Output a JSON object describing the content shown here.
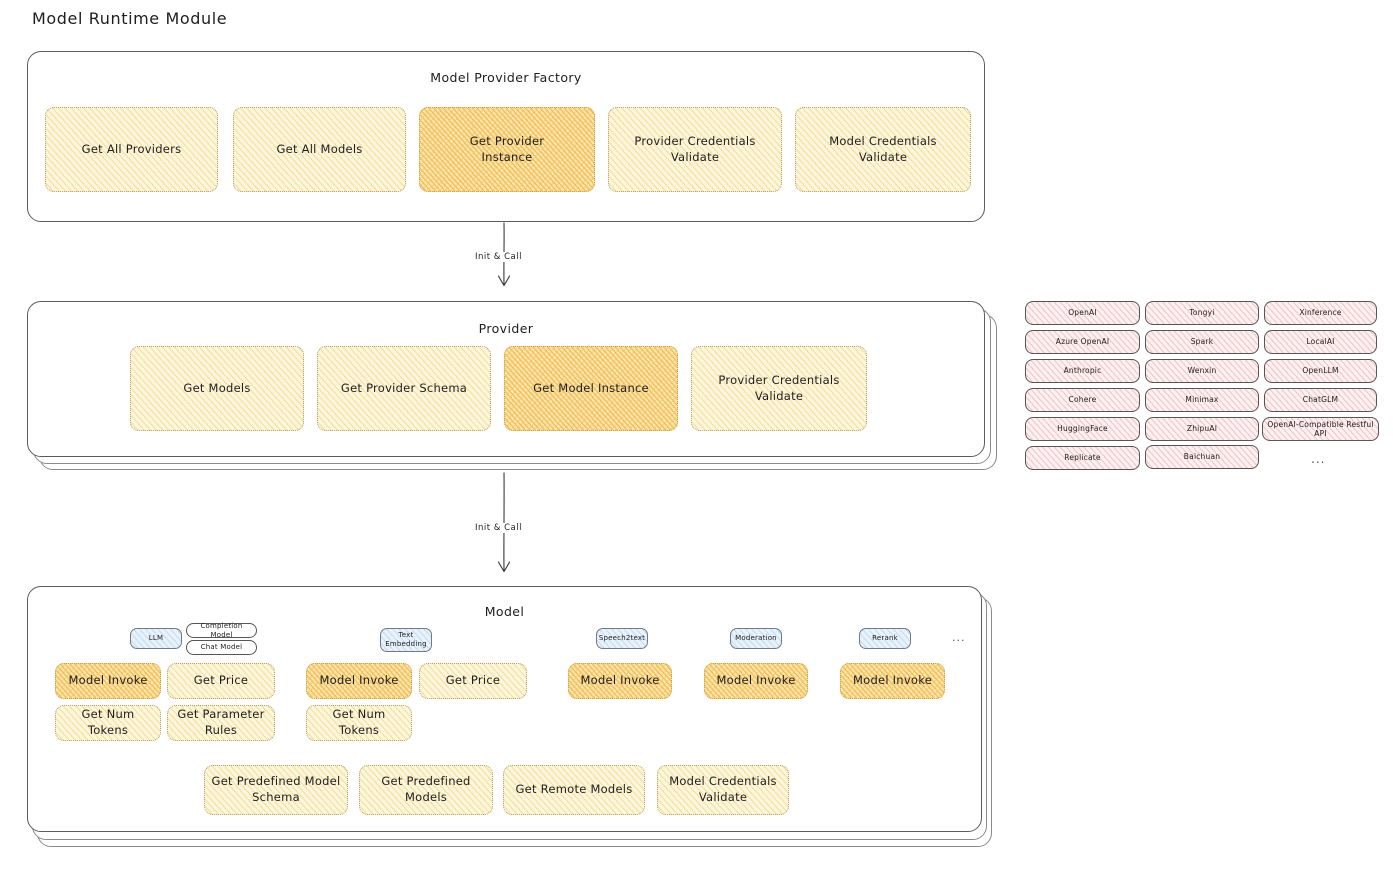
{
  "page": {
    "title": "Model Runtime Module",
    "background": "#ffffff",
    "accent_yellow": "#fdf6de",
    "accent_orange": "#fbe5b3",
    "accent_pink": "#fdf0f0",
    "accent_blue": "#e8f2fb"
  },
  "factory": {
    "label": "Model Provider Factory",
    "nodes": [
      {
        "label": "Get All Providers",
        "highlight": false
      },
      {
        "label": "Get All Models",
        "highlight": false
      },
      {
        "label": "Get Provider\nInstance",
        "highlight": true
      },
      {
        "label": "Provider Credentials\nValidate",
        "highlight": false
      },
      {
        "label": "Model Credentials\nValidate",
        "highlight": false
      }
    ]
  },
  "arrow1": {
    "label": "Init & Call"
  },
  "provider": {
    "label": "Provider",
    "nodes": [
      {
        "label": "Get Models",
        "highlight": false
      },
      {
        "label": "Get Provider Schema",
        "highlight": false
      },
      {
        "label": "Get Model Instance",
        "highlight": true
      },
      {
        "label": "Provider Credentials\nValidate",
        "highlight": false
      }
    ]
  },
  "arrow2": {
    "label": "Init & Call"
  },
  "provider_list": {
    "ellipsis": "...",
    "columns": [
      {
        "items": [
          "OpenAI",
          "Azure OpenAI",
          "Anthropic",
          "Cohere",
          "HuggingFace",
          "Replicate"
        ]
      },
      {
        "items": [
          "Tongyi",
          "Spark",
          "Wenxin",
          "Minimax",
          "ZhipuAI",
          "Baichuan"
        ]
      },
      {
        "items": [
          "Xinference",
          "LocalAI",
          "OpenLLM",
          "ChatGLM",
          "OpenAI-Compatible Restful API"
        ]
      }
    ]
  },
  "model": {
    "label": "Model",
    "ellipsis": "...",
    "types": [
      {
        "badge": "LLM",
        "badge_style": "blue",
        "chips": [
          "Completion Model",
          "Chat Model"
        ],
        "ops": [
          {
            "label": "Model Invoke",
            "highlight": true
          },
          {
            "label": "Get Price",
            "highlight": false
          },
          {
            "label": "Get Num Tokens",
            "highlight": false
          },
          {
            "label": "Get Parameter\nRules",
            "highlight": false
          }
        ]
      },
      {
        "badge": "Text\nEmbedding",
        "badge_style": "blue",
        "chips": [],
        "ops": [
          {
            "label": "Model Invoke",
            "highlight": true
          },
          {
            "label": "Get Price",
            "highlight": false
          },
          {
            "label": "Get Num Tokens",
            "highlight": false
          }
        ]
      },
      {
        "badge": "Speech2text",
        "badge_style": "blue",
        "chips": [],
        "ops": [
          {
            "label": "Model Invoke",
            "highlight": true
          }
        ]
      },
      {
        "badge": "Moderation",
        "badge_style": "blue",
        "chips": [],
        "ops": [
          {
            "label": "Model Invoke",
            "highlight": true
          }
        ]
      },
      {
        "badge": "Rerank",
        "badge_style": "blue",
        "chips": [],
        "ops": [
          {
            "label": "Model Invoke",
            "highlight": true
          }
        ]
      }
    ],
    "shared_ops": [
      {
        "label": "Get Predefined Model\nSchema"
      },
      {
        "label": "Get Predefined\nModels"
      },
      {
        "label": "Get Remote Models"
      },
      {
        "label": "Model Credentials\nValidate"
      }
    ]
  }
}
